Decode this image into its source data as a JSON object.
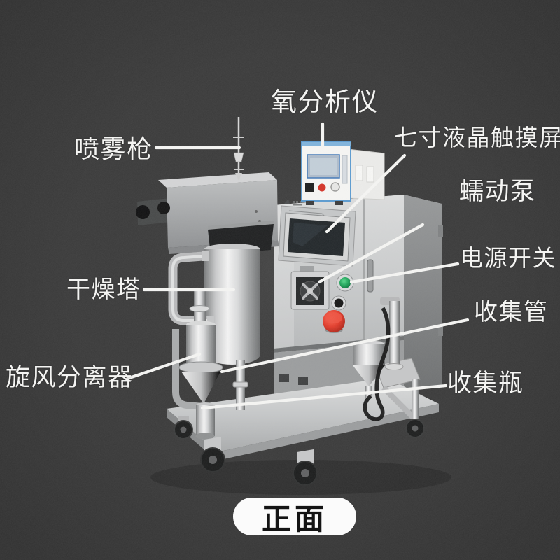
{
  "scene": {
    "background_color": "#3a3a3a",
    "view": {
      "badge_text": "正面"
    }
  },
  "labels": [
    {
      "id": "oxygen-analyzer",
      "text": "氧分析仪"
    },
    {
      "id": "lcd-touch-screen",
      "text": "七寸液晶触摸屏"
    },
    {
      "id": "spray-gun",
      "text": "喷雾枪"
    },
    {
      "id": "peristaltic-pump",
      "text": "蠕动泵"
    },
    {
      "id": "power-switch",
      "text": "电源开关"
    },
    {
      "id": "drying-tower",
      "text": "干燥塔"
    },
    {
      "id": "collection-tube",
      "text": "收集管"
    },
    {
      "id": "cyclone-separator",
      "text": "旋风分离器"
    },
    {
      "id": "collection-bottle",
      "text": "收集瓶"
    }
  ],
  "colors": {
    "background": "#3a3a3a",
    "label_text": "#f4f4f2",
    "callout_line": "#f3f3f1",
    "badge_background": "#fbfbfb",
    "badge_text": "#141414",
    "power_button_green": "#1fa45a",
    "emergency_stop_red": "#d93a2b",
    "analyzer_trim_blue": "#5b9bd0",
    "machine_steel": "#c8c9ca"
  }
}
